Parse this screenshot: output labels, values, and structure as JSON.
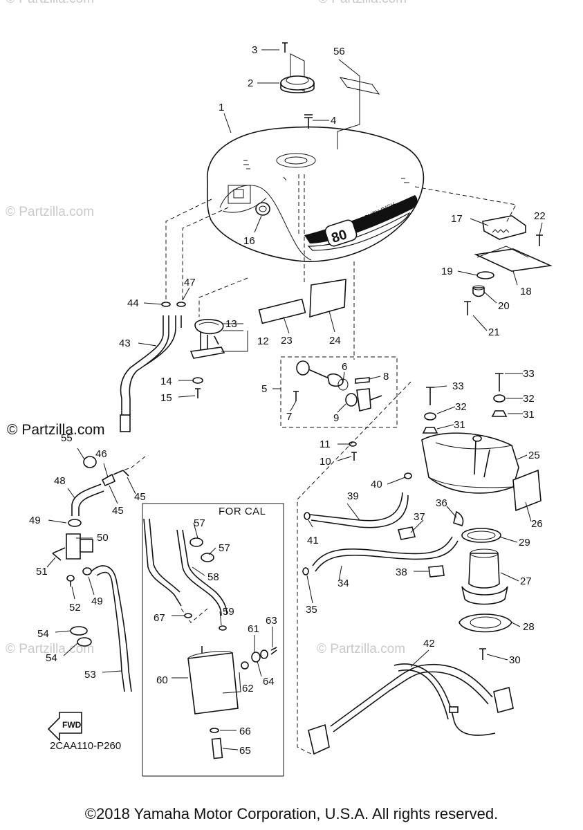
{
  "copyright": "©2018 Yamaha Motor Corporation, U.S.A. All rights reserved.",
  "catalog_code": "2CAA110-P260",
  "for_cal_label": "FOR CAL",
  "fwd_label": "FWD",
  "tank_badge": "80",
  "tank_script": "EIGHTY INCH",
  "partzilla_mark": "© Partzilla.com",
  "watermark": "© Partzilla.com",
  "callouts": {
    "c1": "1",
    "c2": "2",
    "c3": "3",
    "c4": "4",
    "c5": "5",
    "c6": "6",
    "c7": "7",
    "c8": "8",
    "c9": "9",
    "c10": "10",
    "c11": "11",
    "c12": "12",
    "c13": "13",
    "c14": "14",
    "c15": "15",
    "c16": "16",
    "c17": "17",
    "c18": "18",
    "c19": "19",
    "c20": "20",
    "c21": "21",
    "c22": "22",
    "c23": "23",
    "c24": "24",
    "c25": "25",
    "c26": "26",
    "c27": "27",
    "c28": "28",
    "c29": "29",
    "c30": "30",
    "c31a": "31",
    "c31b": "31",
    "c32a": "32",
    "c32b": "32",
    "c33a": "33",
    "c33b": "33",
    "c34": "34",
    "c35": "35",
    "c36": "36",
    "c37": "37",
    "c38": "38",
    "c39": "39",
    "c40": "40",
    "c41": "41",
    "c42": "42",
    "c43": "43",
    "c44": "44",
    "c45a": "45",
    "c45b": "45",
    "c46": "46",
    "c47": "47",
    "c48": "48",
    "c49a": "49",
    "c49b": "49",
    "c50": "50",
    "c51": "51",
    "c52": "52",
    "c53": "53",
    "c54a": "54",
    "c54b": "54",
    "c55": "55",
    "c56": "56",
    "c57a": "57",
    "c57b": "57",
    "c58": "58",
    "c59": "59",
    "c60": "60",
    "c61": "61",
    "c62": "62",
    "c63": "63",
    "c64": "64",
    "c65": "65",
    "c66": "66",
    "c67": "67"
  }
}
